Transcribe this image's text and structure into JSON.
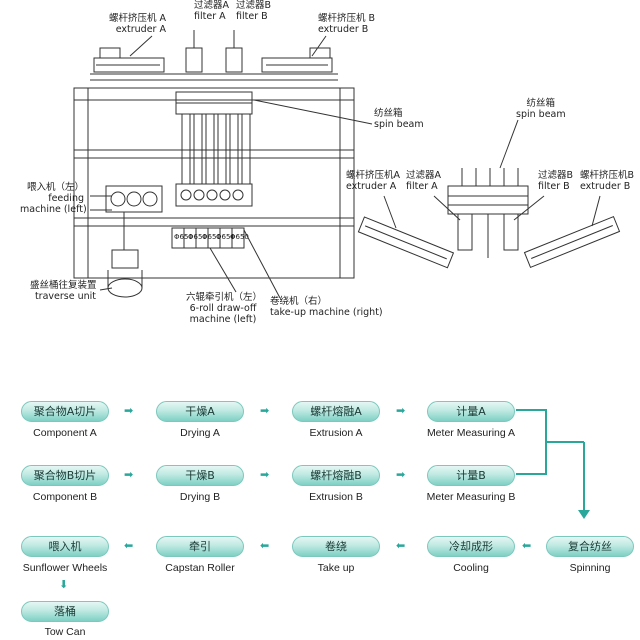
{
  "labels": {
    "extruder_a_top": {
      "zh": "螺杆挤压机 A",
      "en": "extruder A"
    },
    "filter_a_top": {
      "zh": "过滤器A",
      "en": "filter A"
    },
    "filter_b_top": {
      "zh": "过滤器B",
      "en": "filter B"
    },
    "extruder_b_top": {
      "zh": "螺杆挤压机 B",
      "en": "extruder B"
    },
    "spin_beam_left": {
      "zh": "纺丝箱",
      "en": "spin beam"
    },
    "spin_beam_right": {
      "zh": "纺丝箱",
      "en": "spin beam"
    },
    "feeding_machine": {
      "zh": "喂入机（左）",
      "en1": "feeding",
      "en2": "machine (left)"
    },
    "traverse_unit": {
      "zh": "盛丝桶往复装置",
      "en": "traverse unit"
    },
    "draw_off": {
      "zh": "六辊牵引机（左）",
      "en1": "6-roll draw-off",
      "en2": "machine (left)"
    },
    "take_up": {
      "zh": "卷绕机（右）",
      "en": "take-up machine (right)"
    },
    "extruder_a_right": {
      "zh": "螺杆挤压机A",
      "en": "extruder A"
    },
    "filter_a_right": {
      "zh": "过滤器A",
      "en": "filter A"
    },
    "filter_b_right": {
      "zh": "过滤器B",
      "en": "filter B"
    },
    "extruder_b_right": {
      "zh": "螺杆挤压机B",
      "en": "extruder B"
    },
    "roll_values": [
      "Φ650",
      "Φ650",
      "Φ650",
      "Φ650",
      "Φ650"
    ]
  },
  "flow": {
    "component_a": {
      "zh": "聚合物A切片",
      "en": "Component A"
    },
    "drying_a": {
      "zh": "干燥A",
      "en": "Drying A"
    },
    "extrusion_a": {
      "zh": "螺杆熔融A",
      "en": "Extrusion A"
    },
    "meter_a": {
      "zh": "计量A",
      "en": "Meter Measuring A"
    },
    "component_b": {
      "zh": "聚合物B切片",
      "en": "Component B"
    },
    "drying_b": {
      "zh": "干燥B",
      "en": "Drying B"
    },
    "extrusion_b": {
      "zh": "螺杆熔融B",
      "en": "Extrusion B"
    },
    "meter_b": {
      "zh": "计量B",
      "en": "Meter Measuring B"
    },
    "sunflower": {
      "zh": "喂入机",
      "en": "Sunflower Wheels"
    },
    "capstan": {
      "zh": "牵引",
      "en": "Capstan Roller"
    },
    "take_up": {
      "zh": "卷绕",
      "en": "Take up"
    },
    "cooling": {
      "zh": "冷却成形",
      "en": "Cooling"
    },
    "spinning": {
      "zh": "复合纺丝",
      "en": "Spinning"
    },
    "tow_can": {
      "zh": "落桶",
      "en": "Tow Can"
    }
  },
  "arrow_glyphs": {
    "right": "➡",
    "left": "⬅",
    "down": "⬇"
  },
  "colors": {
    "pill_top": "#e6f7f4",
    "pill_bottom": "#7fd0c4",
    "pill_border": "#7cc8bc",
    "connector": "#2aa79b"
  }
}
